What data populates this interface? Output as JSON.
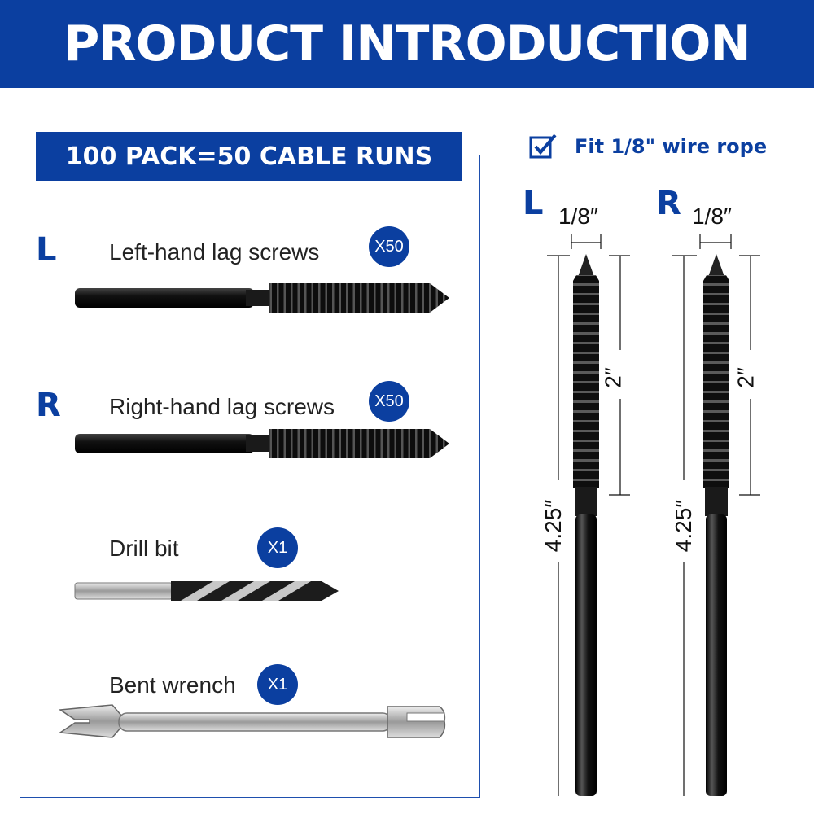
{
  "banner": {
    "title": "PRODUCT INTRODUCTION"
  },
  "pack": {
    "header": "100 PACK=50 CABLE RUNS"
  },
  "items": [
    {
      "letter": "L",
      "label": "Left-hand lag screws",
      "qty": "X50"
    },
    {
      "letter": "R",
      "label": "Right-hand lag screws",
      "qty": "X50"
    },
    {
      "letter": "",
      "label": "Drill bit",
      "qty": "X1"
    },
    {
      "letter": "",
      "label": "Bent wrench",
      "qty": "X1"
    }
  ],
  "fit": {
    "text": "Fit 1/8\" wire rope",
    "icon": "checkbox-checked-icon"
  },
  "diagram": {
    "left": {
      "letter": "L",
      "diameter": "1/8″",
      "thread_length": "2″",
      "total_length": "4.25″"
    },
    "right": {
      "letter": "R",
      "diameter": "1/8″",
      "thread_length": "2″",
      "total_length": "4.25″"
    }
  },
  "colors": {
    "brand_blue": "#0b3fa0",
    "screw_black": "#111111",
    "steel": "#b8b8b8"
  }
}
